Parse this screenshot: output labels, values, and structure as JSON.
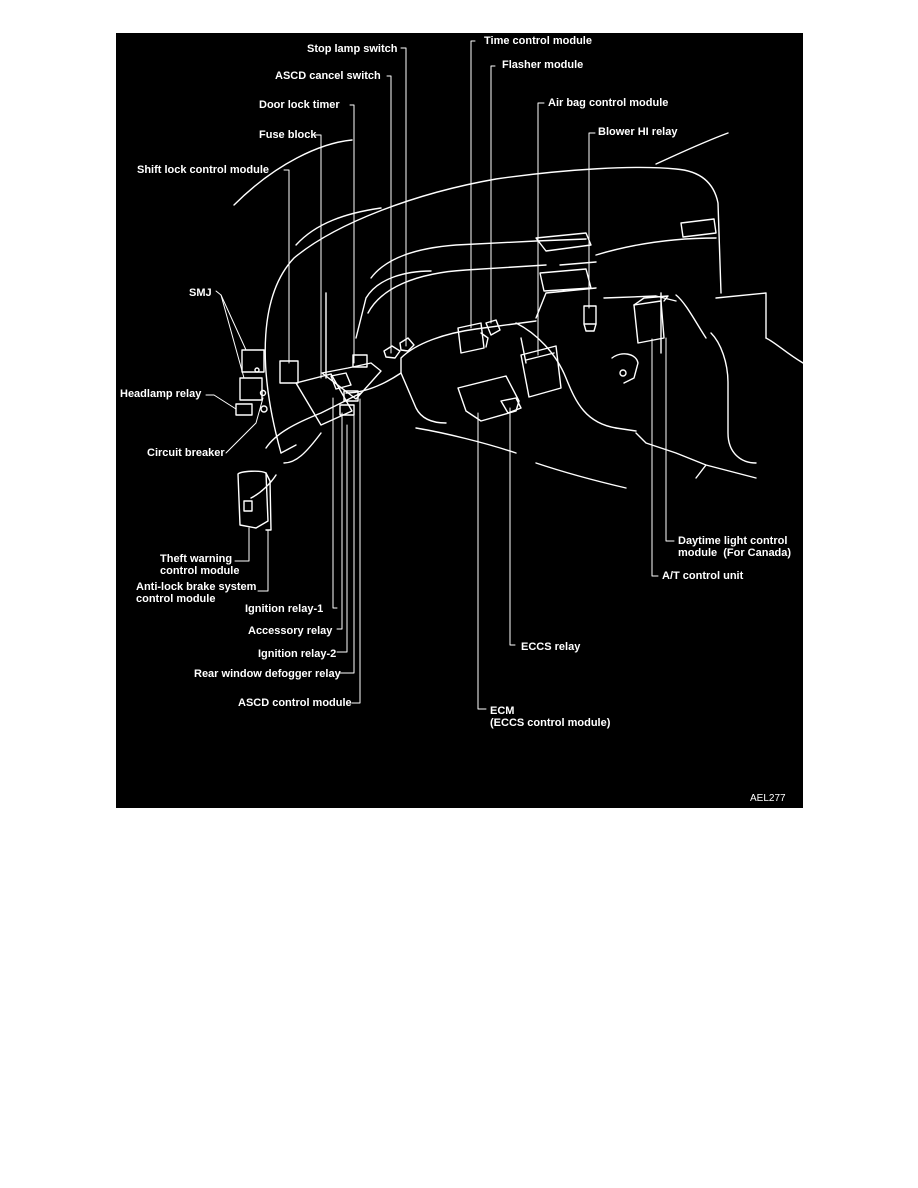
{
  "colors": {
    "page": "#ffffff",
    "panel": "#000000",
    "ink": "#ffffff"
  },
  "figure_code": "AEL277",
  "labels": {
    "stop_lamp_switch": "Stop lamp switch",
    "ascd_cancel_switch": "ASCD cancel switch",
    "door_lock_timer": "Door lock timer",
    "fuse_block": "Fuse block",
    "shift_lock_control_module": "Shift lock control module",
    "smj": "SMJ",
    "headlamp_relay": "Headlamp relay",
    "circuit_breaker": "Circuit breaker",
    "theft_warning_control_module": "Theft warning\ncontrol module",
    "anti_lock_brake_system_control_module": "Anti-lock brake system\ncontrol module",
    "ignition_relay_1": "Ignition relay-1",
    "accessory_relay": "Accessory relay",
    "ignition_relay_2": "Ignition relay-2",
    "rear_window_defogger_relay": "Rear window defogger relay",
    "ascd_control_module": "ASCD control module",
    "time_control_module": "Time control module",
    "flasher_module": "Flasher module",
    "air_bag_control_module": "Air bag control module",
    "blower_hi_relay": "Blower HI relay",
    "daytime_light_control_module": "Daytime light control\nmodule  (For Canada)",
    "at_control_unit": "A/T control unit",
    "eccs_relay": "ECCS relay",
    "ecm": "ECM\n(ECCS control module)"
  }
}
